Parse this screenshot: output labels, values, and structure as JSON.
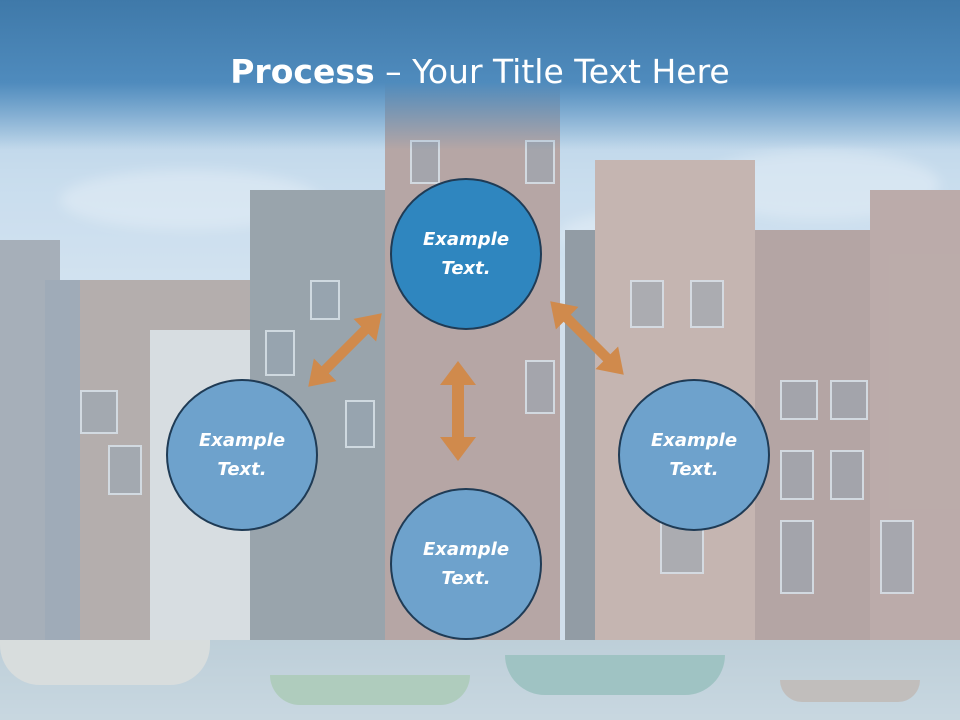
{
  "title": {
    "bold": "Process",
    "rest": " – Your Title Text Here"
  },
  "nodes": [
    {
      "line1": "Example",
      "line2": "Text."
    },
    {
      "line1": "Example",
      "line2": "Text."
    },
    {
      "line1": "Example",
      "line2": "Text."
    },
    {
      "line1": "Example",
      "line2": "Text."
    }
  ],
  "colors": {
    "header": "#4f8bbd",
    "primary_circle": "#2f86bf",
    "secondary_circle": "#6ea2cc",
    "arrow": "#d08a4c",
    "circle_border": "#1f3b55"
  }
}
